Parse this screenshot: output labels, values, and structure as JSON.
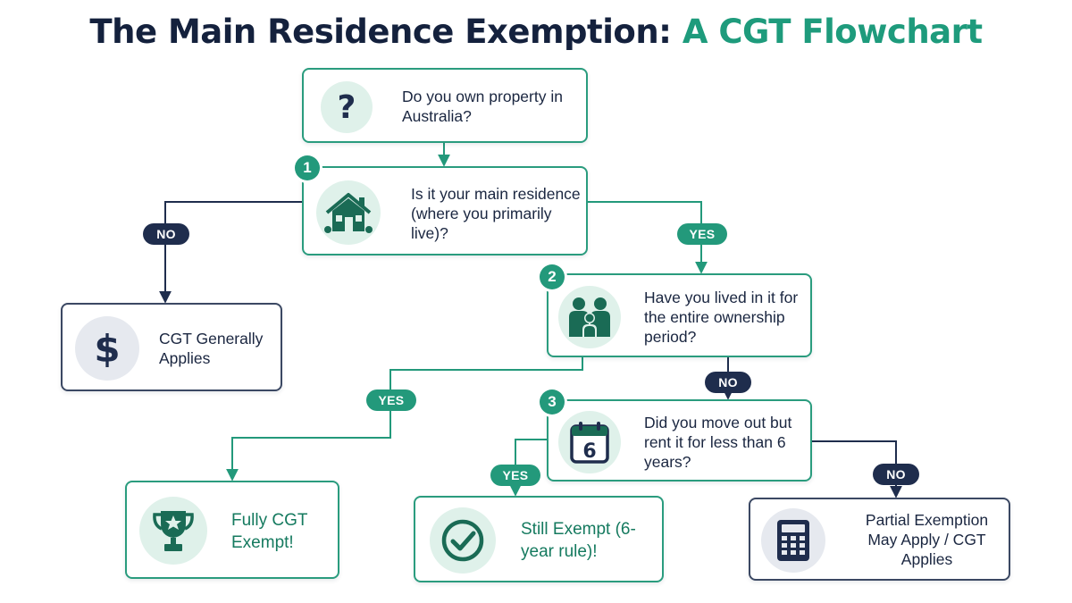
{
  "title": {
    "main": "The Main Residence Exemption: ",
    "accent": "A CGT Flowchart"
  },
  "colors": {
    "accent": "#23997b",
    "dark": "#1f2d4d",
    "icon_bg_green": "#dff1ea",
    "icon_bg_grey": "#e6e9ef"
  },
  "nodes": {
    "start": {
      "text": "Do you own property in Australia?",
      "icon": "question-mark-icon"
    },
    "q1": {
      "badge": "1",
      "text": "Is it your main residence (where you primarily live)?",
      "icon": "house-icon"
    },
    "q2": {
      "badge": "2",
      "text": "Have you lived in it for the entire ownership period?",
      "icon": "family-icon"
    },
    "q3": {
      "badge": "3",
      "text": "Did you move out but rent it for less than 6 years?",
      "icon": "calendar-icon",
      "icon_number": "6"
    }
  },
  "outcomes": {
    "cgt_applies": {
      "text": "CGT Generally Applies",
      "icon": "dollar-icon",
      "symbol": "$"
    },
    "fully_exempt": {
      "text": "Fully CGT Exempt!",
      "icon": "trophy-icon"
    },
    "still_exempt": {
      "text": "Still Exempt (6-year rule)!",
      "icon": "check-circle-icon"
    },
    "partial": {
      "text": "Partial Exemption May Apply / CGT Applies",
      "icon": "calculator-icon"
    }
  },
  "labels": {
    "no": "NO",
    "yes": "YES"
  }
}
